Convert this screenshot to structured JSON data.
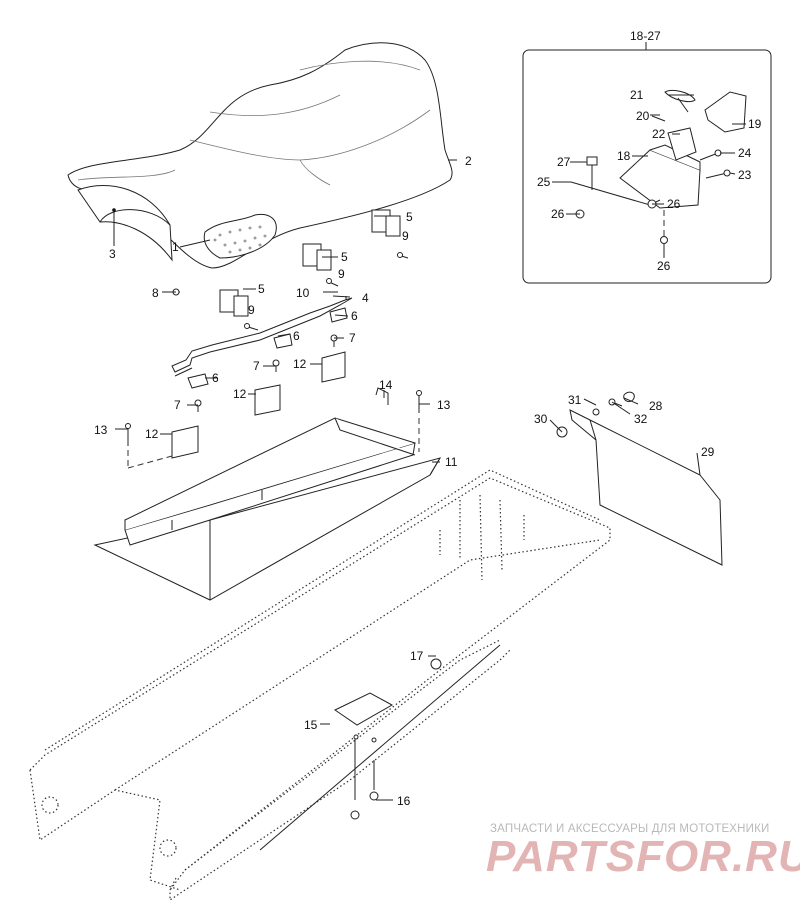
{
  "callouts": {
    "c1": "1",
    "c2": "2",
    "c3": "3",
    "c4": "4",
    "c5": "5",
    "c6": "6",
    "c7": "7",
    "c8": "8",
    "c9": "9",
    "c10": "10",
    "c11": "11",
    "c12": "12",
    "c13": "13",
    "c14": "14",
    "c15": "15",
    "c16": "16",
    "c17": "17",
    "c19": "19",
    "c20": "20",
    "c21": "21",
    "c22": "22",
    "c23": "23",
    "c24": "24",
    "c25": "25",
    "c26": "26",
    "c27": "27",
    "c18": "18",
    "c28": "28",
    "c29": "29",
    "c30": "30",
    "c31": "31",
    "c32": "32"
  },
  "inset_title": "18-27",
  "watermark": {
    "tagline": "ЗАПЧАСТИ И АКСЕССУАРЫ ДЛЯ МОТОТЕХНИКИ",
    "logo": "PARTSFOR.RU"
  }
}
